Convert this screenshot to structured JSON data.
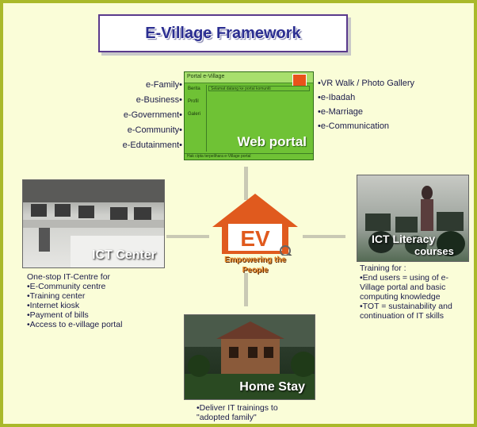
{
  "title": "E-Village Framework",
  "web_portal": {
    "label": "Web portal",
    "screen_title": "Portal e-Village",
    "screen_sidebar": [
      "Berita",
      "Profil",
      "Galeri"
    ],
    "screen_strip": "Selamat datang ke portal komuniti",
    "screen_footer": "Hak cipta terpelihara e-Village portal",
    "left_items": [
      "e-Family•",
      "e-Business•",
      "e-Government•",
      "e-Community•",
      "e-Edutainment•"
    ],
    "right_items": [
      "•VR Walk / Photo Gallery",
      "•e-Ibadah",
      "•e-Marriage",
      "•e-Communication"
    ]
  },
  "center_logo": {
    "text": "EV",
    "tagline_1": "Empowering the",
    "tagline_2": "People"
  },
  "ict_center": {
    "label": "ICT Center",
    "heading": "One-stop IT-Centre for",
    "items": [
      "•E-Community centre",
      "•Training center",
      "•Internet kiosk",
      "•Payment of bills",
      "•Access to e-village portal"
    ]
  },
  "ict_literacy": {
    "label_1": "ICT Literacy",
    "label_2": "courses",
    "heading": "Training for :",
    "items": [
      "•End users = using of e-Village portal and basic computing knowledge",
      "•TOT = sustainability and continuation of IT skills"
    ]
  },
  "home_stay": {
    "label": "Home Stay",
    "line_1": "•Deliver IT trainings to",
    "line_2": "\"adopted family\""
  },
  "colors": {
    "outer_frame": "#9cad22",
    "slide_bg": "#fafdd8",
    "title_text": "#2b2e91",
    "portal_green": "#6fc235",
    "logo_orange": "#e05a1e",
    "tagline_orange": "#e88a2a"
  }
}
